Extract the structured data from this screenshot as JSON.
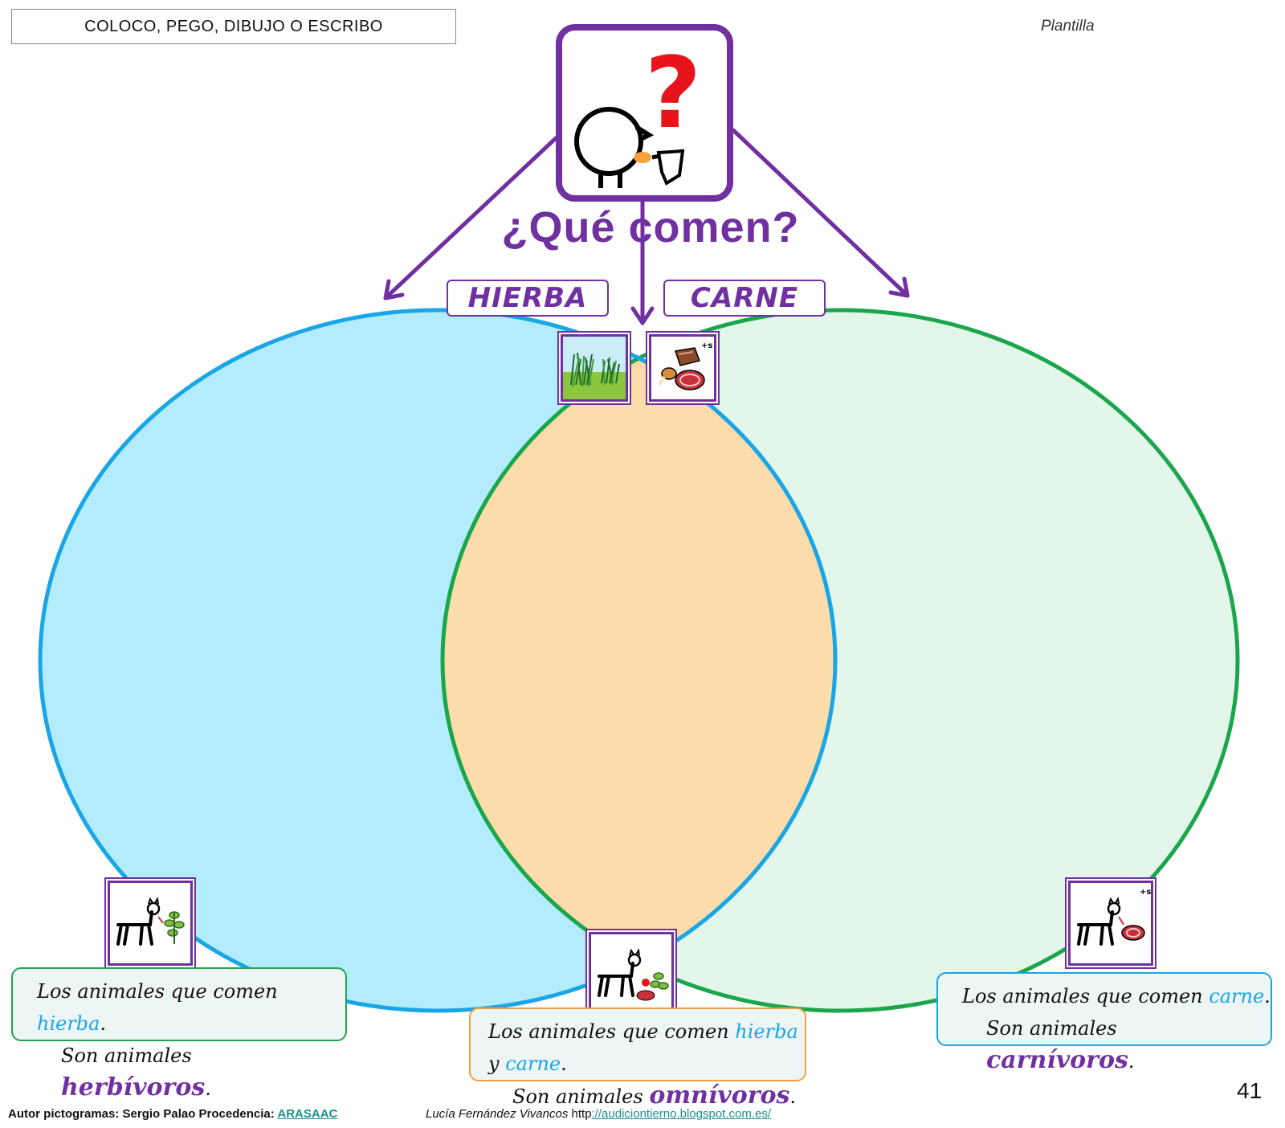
{
  "header": {
    "activity_title": "COLOCO, PEGO, DIBUJO O ESCRIBO",
    "tag": "Plantilla"
  },
  "question": {
    "title": "¿Qué comen?",
    "symbol": "?"
  },
  "labels": {
    "left": "HIERBA",
    "right": "CARNE"
  },
  "icons": {
    "question_picto": "person-eating-question-icon",
    "grass": "grass-icon",
    "meat": "meat-icon",
    "herbivore": "animal-eating-plant-icon",
    "omnivore": "animal-eating-plant-and-meat-icon",
    "carnivore": "animal-eating-meat-icon",
    "plural_mark": "+s"
  },
  "sentences": {
    "herbivore": {
      "l1_a": "Los animales que comen ",
      "l1_b": "hierba",
      "l1_c": ".",
      "l2_a": "Son animales ",
      "l2_b": "herbívoros",
      "l2_c": "."
    },
    "omnivore": {
      "l1_a": "Los animales que comen ",
      "l1_b": "hierba",
      "l1_c": " y ",
      "l1_d": "carne",
      "l1_e": ".",
      "l2_a": "Son animales ",
      "l2_b": "omnívoros",
      "l2_c": "."
    },
    "carnivore": {
      "l1_a": "Los animales que comen ",
      "l1_b": "carne",
      "l1_c": ".",
      "l2_a": "Son animales ",
      "l2_b": "carnívoros",
      "l2_c": "."
    }
  },
  "page_number": "41",
  "footer": {
    "credits_text": "Autor pictogramas: Sergio Palao Procedencia: ",
    "credits_link": "ARASAAC",
    "author": "Lucía Fernández Vivancos ",
    "url_prefix": "http",
    "url_link": "://audiciontierno.blogspot.com.es/"
  },
  "colors": {
    "purple": "#7030a0",
    "left_circle_fill": "#b3ecfc",
    "left_circle_stroke": "#1aa5e6",
    "right_circle_fill": "#e2f7ea",
    "right_circle_stroke": "#1aa64b",
    "intersection_fill": "#fcdcaa",
    "orange_border": "#f6a03a"
  }
}
